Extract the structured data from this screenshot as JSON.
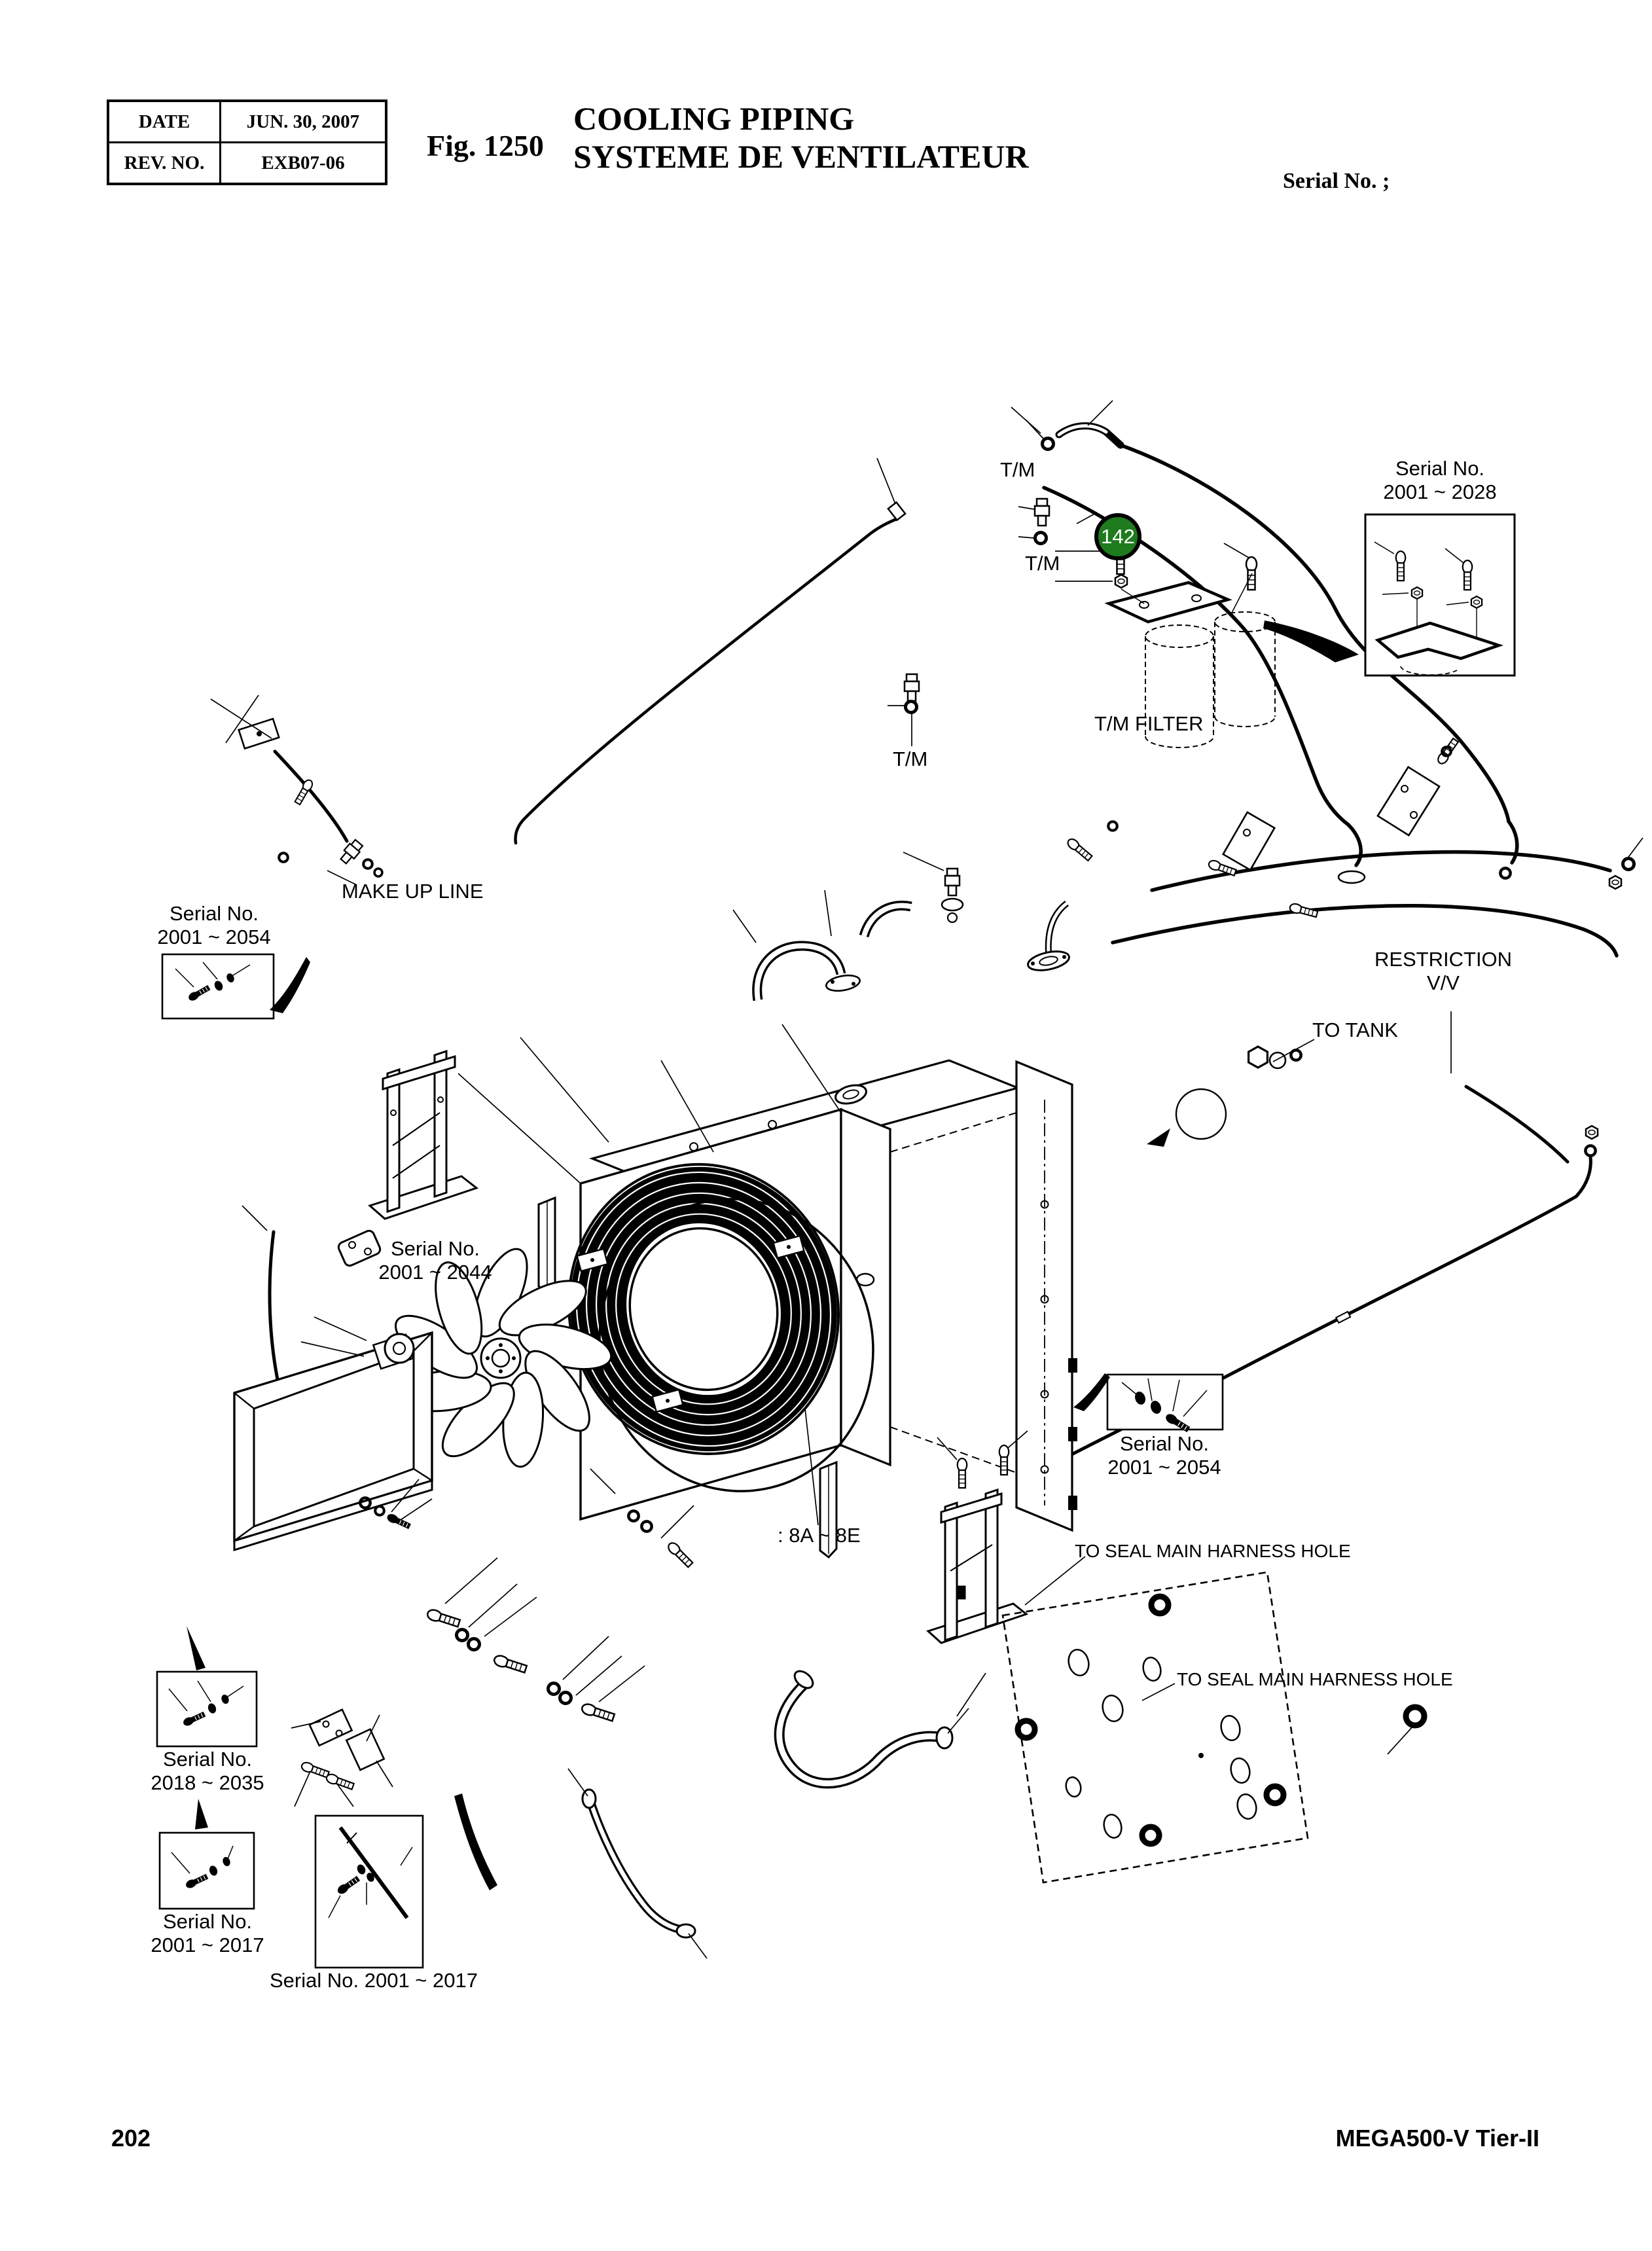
{
  "header": {
    "date_label": "DATE",
    "date_value": "JUN. 30, 2007",
    "rev_label": "REV. NO.",
    "rev_value": "EXB07-06",
    "fig_label": "Fig. 1250",
    "title_line1": "COOLING PIPING",
    "title_line2": "SYSTEME DE VENTILATEUR",
    "serial_note": "Serial No. ;"
  },
  "badge": {
    "number": "142",
    "fill_color": "#1e7b1e"
  },
  "labels": {
    "tm1": "T/M",
    "tm2": "T/M",
    "tm3": "T/M",
    "tm_filter": "T/M FILTER",
    "make_up_line": "MAKE UP LINE",
    "restriction_line1": "RESTRICTION",
    "restriction_line2": "V/V",
    "to_tank": "TO TANK",
    "range_note": ": 8A ~ 8E",
    "harness_note_1": "TO SEAL MAIN HARNESS HOLE",
    "harness_note_2": "TO SEAL MAIN HARNESS HOLE"
  },
  "serial_tags": {
    "sn_2028": {
      "line1": "Serial No.",
      "line2": "2001 ~ 2028"
    },
    "sn_2054_left": {
      "line1": "Serial No.",
      "line2": "2001 ~ 2054"
    },
    "sn_2044": {
      "line1": "Serial No.",
      "line2": "2001 ~ 2044"
    },
    "sn_2054_right": {
      "line1": "Serial No.",
      "line2": "2001 ~ 2054"
    },
    "sn_2035": {
      "line1": "Serial No.",
      "line2": "2018 ~ 2035"
    },
    "sn_2017_left": {
      "line1": "Serial No.",
      "line2": "2001 ~ 2017"
    },
    "sn_2017_bottom": "Serial No. 2001 ~ 2017"
  },
  "footer": {
    "page_number": "202",
    "model": "MEGA500-V Tier-II"
  }
}
